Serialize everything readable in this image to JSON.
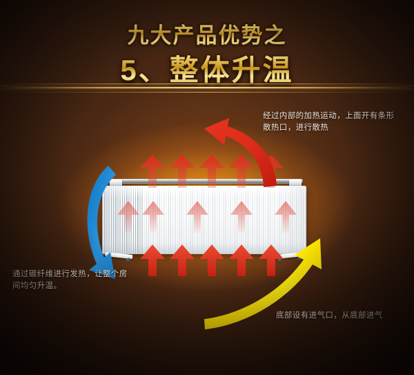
{
  "header": {
    "title_main": "九大产品优势之",
    "title_sub": "5、整体升温"
  },
  "annotations": {
    "top_right": "经过内部的加热运动，上面开有条形散热口，进行散热",
    "bottom_left": "通过碳纤维进行发热，让整个房间均匀升温。",
    "bottom_right": "底部设有进气口，从底部进气"
  },
  "colors": {
    "gold": "#f0cf6d",
    "red_arrow": "#e02b1c",
    "blue_arrow": "#1f8fd6",
    "yellow_arrow": "#fbe500",
    "glow": "#e88a14",
    "background_dark": "#140b08",
    "heater_white": "#ffffff"
  },
  "diagram": {
    "product": "碳纤维电暖器",
    "top_vent_arrow_count": 5,
    "bottom_intake_arrow_count": 5,
    "panel_arrow_count": 5,
    "flow_arrows": [
      {
        "name": "hot-air-out",
        "color": "#e02b1c",
        "direction": "curve-up-left"
      },
      {
        "name": "warm-air-circulation",
        "color": "#1f8fd6",
        "direction": "curve-down-right"
      },
      {
        "name": "cold-air-intake",
        "color": "#fbe500",
        "direction": "curve-up-right"
      }
    ]
  }
}
